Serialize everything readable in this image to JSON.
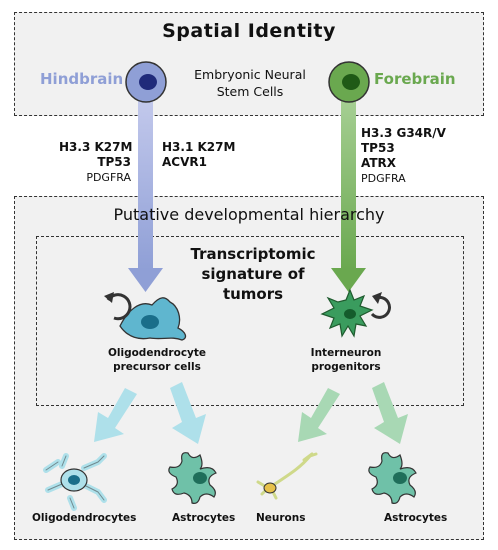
{
  "title": "Spatial Identity",
  "hindbrain_label": "Hindbrain",
  "forebrain_label": "Forebrain",
  "stem_cells_label": "Embryonic Neural Stem Cells",
  "hindbrain_mutations_1": [
    "H3.3 K27M",
    "TP53",
    "PDGFRA"
  ],
  "hindbrain_mutations_2": [
    "H3.1 K27M",
    "ACVR1"
  ],
  "forebrain_mutations": [
    "H3.3 G34R/V",
    "TP53",
    "ATRX",
    "PDGFRA"
  ],
  "hierarchy_title": "Putative developmental hierarchy",
  "signature_title": "Transcriptomic signature of tumors",
  "progenitors": {
    "left": "Oligodendrocyte precursor cells",
    "right": "Interneuron progenitors"
  },
  "outputs": [
    "Oligodendrocytes",
    "Astrocytes",
    "Neurons",
    "Astrocytes"
  ],
  "colors": {
    "hindbrain": "#8f9fd6",
    "forebrain": "#6aa84f",
    "light_blue": "#aee0ea",
    "light_green": "#a8d8b4"
  }
}
